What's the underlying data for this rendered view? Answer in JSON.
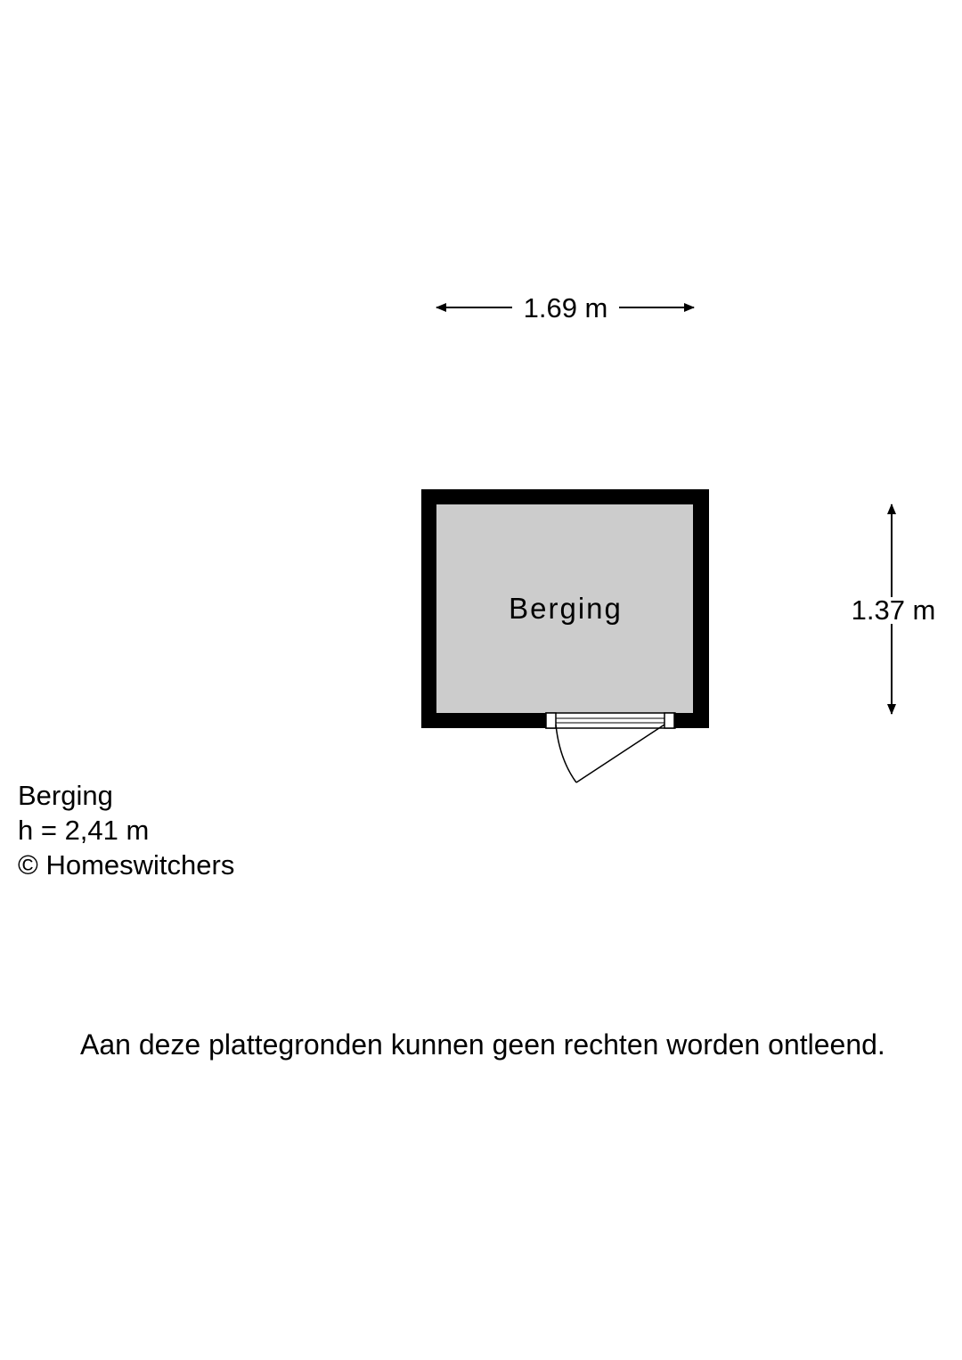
{
  "floorplan": {
    "room_name": "Berging",
    "width_label": "1.69 m",
    "depth_label": "1.37 m"
  },
  "info": {
    "room": "Berging",
    "height": "h = 2,41 m",
    "copyright": "© Homeswitchers"
  },
  "disclaimer": "Aan deze plattegronden kunnen geen rechten worden ontleend.",
  "colors": {
    "wall": "#000000",
    "floor": "#cccccc",
    "background": "#ffffff"
  }
}
